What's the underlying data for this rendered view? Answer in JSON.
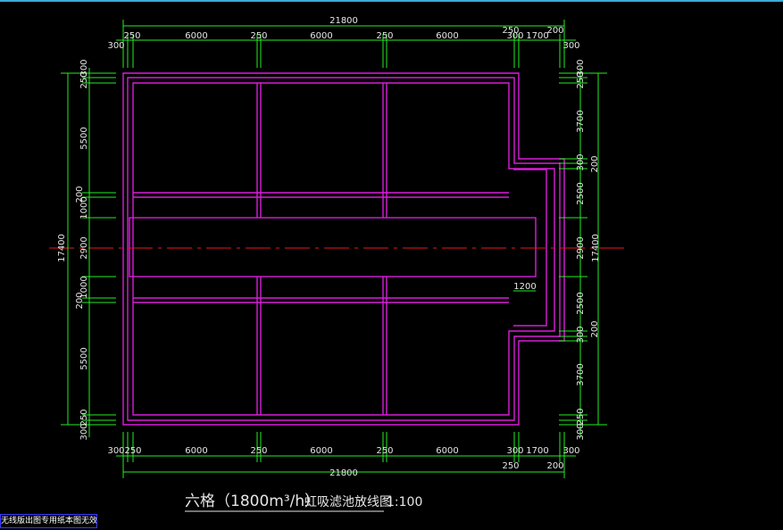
{
  "drawing": {
    "title_prefix": "六格（1800m³/h）",
    "title_main": "虹吸滤池放线图",
    "title_scale": "1:100",
    "badge": "无线版出图专用纸本图无效"
  },
  "dims": {
    "total_width": "21800",
    "total_height": "17400",
    "cell_width": "6000",
    "wall_250": "250",
    "wall_300": "300",
    "wall_200": "200",
    "channel_1700": "1700",
    "left_5500": "5500",
    "left_1000": "1000",
    "center_2900": "2900",
    "right_3700": "3700",
    "right_2500": "2500",
    "pipe_1200": "1200"
  },
  "colors": {
    "structure": "#d81ed8",
    "dimension": "#22ee22",
    "centerline": "#e81818",
    "text": "#e6e6e6",
    "frame_top": "#3ea8d8"
  }
}
